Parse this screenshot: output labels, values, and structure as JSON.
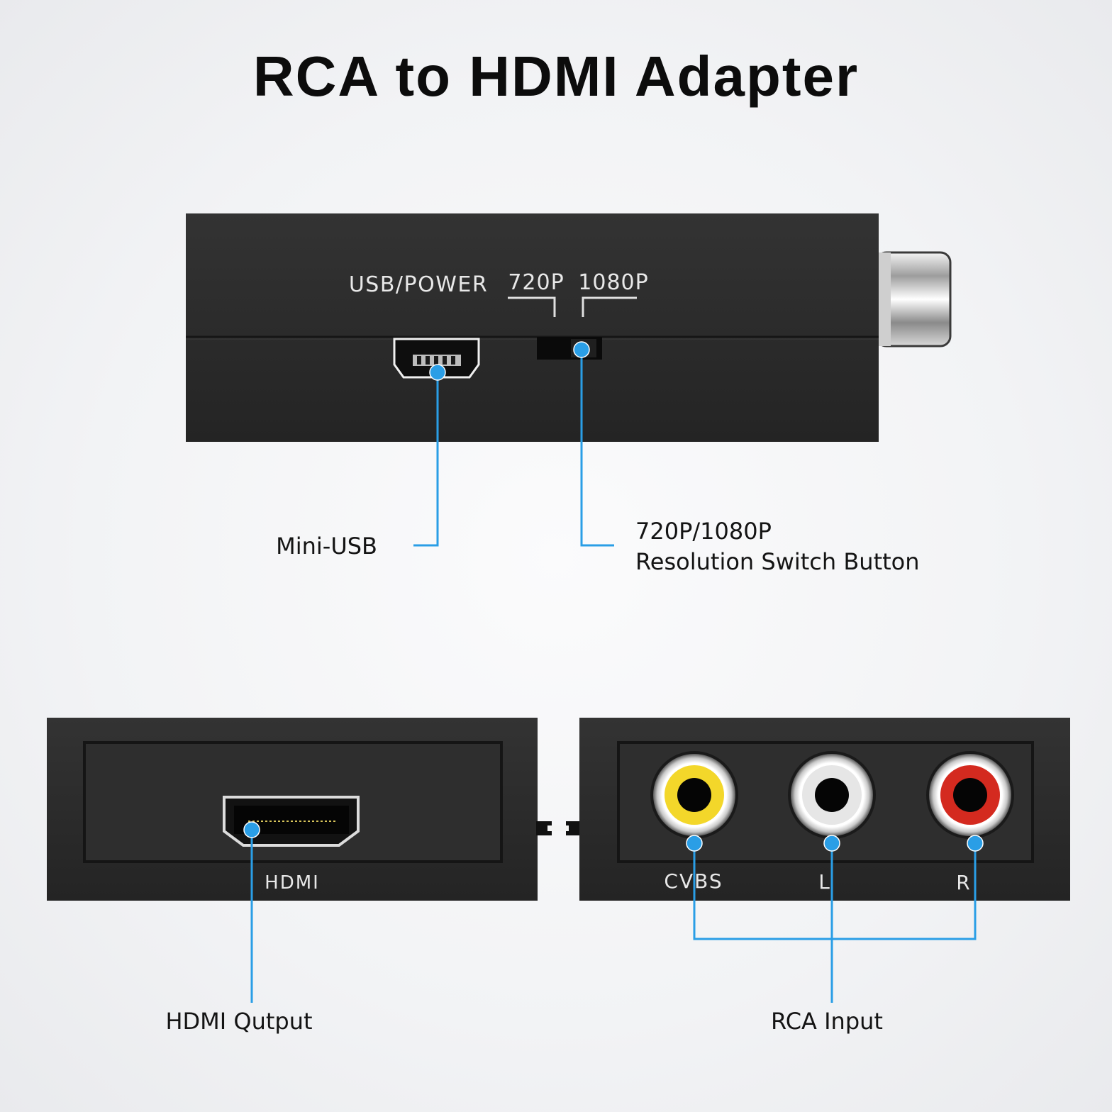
{
  "title": "RCA to HDMI Adapter",
  "colors": {
    "accent": "#2a9ee6",
    "body": "#2b2b2b",
    "yellow": "#f3d72a",
    "red": "#d42a1f",
    "white_jack": "#e6e6e6"
  },
  "top_unit": {
    "port_label": "USB/POWER",
    "switch_label_1": "720P",
    "switch_label_2": "1080P"
  },
  "callouts": {
    "mini_usb": "Mini-USB",
    "resolution_line_1": "720P/1080P",
    "resolution_line_2": "Resolution Switch Button",
    "hdmi_output": "HDMI Qutput",
    "rca_input": "RCA Input"
  },
  "hdmi_unit": {
    "port_label": "HDMI"
  },
  "rca_unit": {
    "labels": [
      "CVBS",
      "L",
      "R"
    ]
  }
}
